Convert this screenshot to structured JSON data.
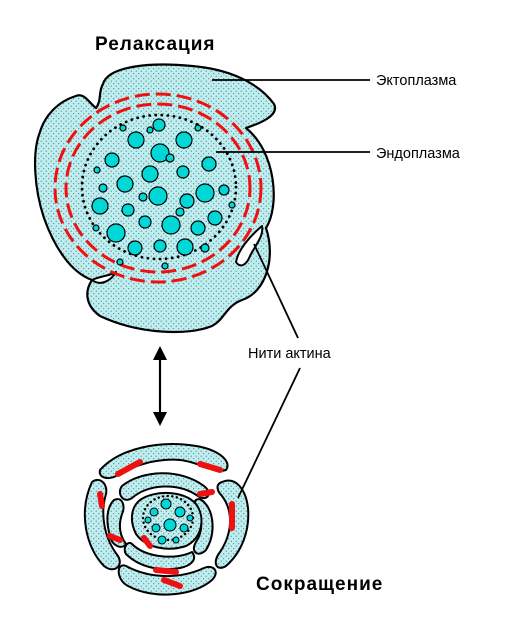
{
  "titles": {
    "relaxation": "Релаксация",
    "contraction": "Сокращение"
  },
  "labels": {
    "ectoplasm": "Эктоплазма",
    "endoplasm": "Эндоплазма",
    "actin": "Нити актина"
  },
  "colors": {
    "cytoplasm": "#bfeef0",
    "granule": "#00d8d8",
    "actin": "#ee1111",
    "outline": "#000000"
  },
  "icons": {
    "arrow": "double-headed-vertical-arrow"
  }
}
